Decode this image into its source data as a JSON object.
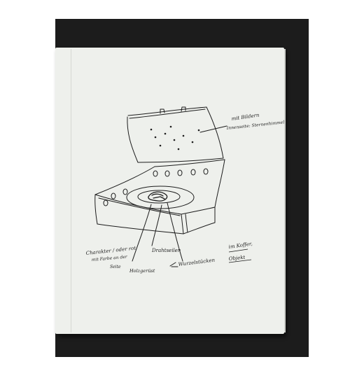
{
  "photo": {
    "subject": "sketchbook-page-drawing",
    "background_color": "#1c1c1c",
    "page_color": "#eef0ec",
    "ink_color": "#1d1d1d"
  },
  "sketch": {
    "annotations": [
      {
        "id": "lid-note-1",
        "text": "mit Bildern"
      },
      {
        "id": "lid-note-2",
        "text": "Innenseite: Sternenhimmel"
      },
      {
        "id": "center-note",
        "text": "Drahtseilen"
      },
      {
        "id": "left-note-1",
        "text": "Charakter / oder rot"
      },
      {
        "id": "left-note-2",
        "text": "mit Farbe an der"
      },
      {
        "id": "left-note-3",
        "text": "Seite"
      },
      {
        "id": "bottom-note-1",
        "text": "Holzgerüst"
      },
      {
        "id": "bottom-note-2",
        "text": "Wurzelstücken"
      },
      {
        "id": "right-note-1",
        "text": "im Koffer,"
      },
      {
        "id": "right-note-2",
        "text": "Objekt"
      }
    ]
  }
}
